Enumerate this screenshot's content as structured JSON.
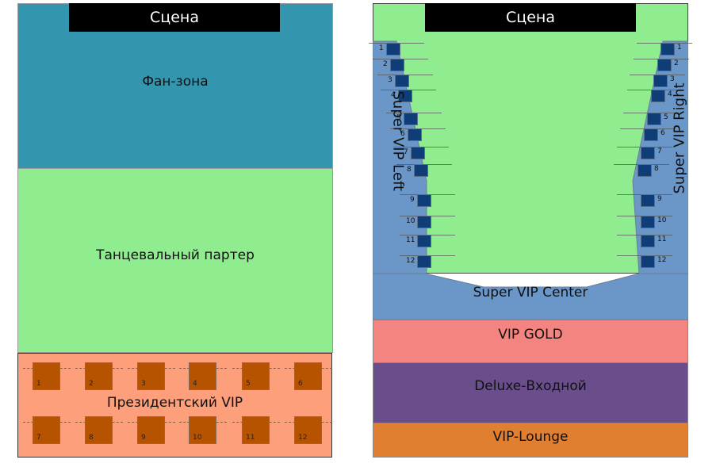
{
  "left_map": {
    "stage": "Сцена",
    "zones": {
      "fan_zone": {
        "label": "Фан-зона",
        "color": "#3395ae"
      },
      "dance_floor": {
        "label": "Танцевальный партер",
        "color": "#90ed8f"
      },
      "presidential_vip": {
        "label": "Президентский VIP",
        "color": "#fd9f7a",
        "seat_color": "#b55300"
      }
    },
    "presidential_seats": [
      "1",
      "2",
      "3",
      "4",
      "5",
      "6",
      "7",
      "8",
      "9",
      "10",
      "11",
      "12"
    ]
  },
  "right_map": {
    "stage": "Сцена",
    "zones": {
      "dance_floor": {
        "color": "#90ed8f"
      },
      "super_vip_left": {
        "label": "Super VIP Left",
        "color": "#6a96c8"
      },
      "super_vip_right": {
        "label": "Super VIP Right",
        "color": "#6a96c8"
      },
      "super_vip_center": {
        "label": "Super VIP Center",
        "color": "#6a96c8"
      },
      "vip_gold": {
        "label": "VIP GOLD",
        "color": "#f38480"
      },
      "deluxe": {
        "label": "Deluxe-Входной",
        "color": "#6a4e8c"
      },
      "vip_lounge": {
        "label": "VIP-Lounge",
        "color": "#e07f30"
      }
    },
    "super_vip_left_seats": [
      "1",
      "2",
      "3",
      "4",
      "5",
      "6",
      "7",
      "8",
      "9",
      "10",
      "11",
      "12"
    ],
    "super_vip_right_seats": [
      "1",
      "2",
      "3",
      "4",
      "5",
      "6",
      "7",
      "8",
      "9",
      "10",
      "11",
      "12"
    ],
    "seat_color": "#0f3d78"
  }
}
